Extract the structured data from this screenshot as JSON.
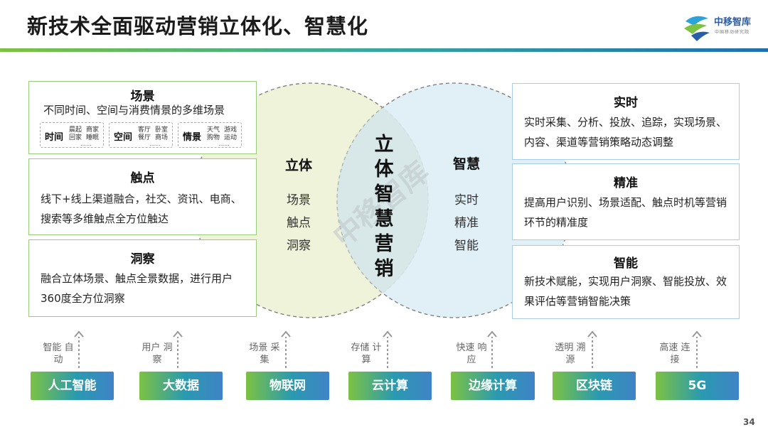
{
  "title": "新技术全面驱动营销立体化、智慧化",
  "logo": {
    "name": "中移智库",
    "sub": "中国移动研究院"
  },
  "left_boxes": [
    {
      "title": "场景",
      "text": "不同时间、空间与消费情景的多维场景"
    },
    {
      "title": "触点",
      "text": "线下+线上渠道融合，社交、资讯、电商、搜索等多维触点全方位触达"
    },
    {
      "title": "洞察",
      "text": "融合立体场景、触点全景数据，进行用户360度全方位洞察"
    }
  ],
  "scene_pills": [
    {
      "key": "时间",
      "items": [
        "晨起 回家",
        "商家 睡眠"
      ],
      "dots": "……"
    },
    {
      "key": "空间",
      "items": [
        "客厅 餐厅",
        "卧室 商场"
      ],
      "dots": "……"
    },
    {
      "key": "情景",
      "items": [
        "天气 购物",
        "游戏 运动"
      ],
      "dots": "……"
    }
  ],
  "circles": {
    "left": {
      "title": "立体",
      "items": [
        "场景",
        "触点",
        "洞察"
      ]
    },
    "center": "立体智慧营销",
    "right": {
      "title": "智慧",
      "items": [
        "实时",
        "精准",
        "智能"
      ]
    },
    "watermark": "中移智库"
  },
  "right_boxes": [
    {
      "title": "实时",
      "text": "实时采集、分析、投放、追踪，实现场景、内容、渠道等营销策略动态调整"
    },
    {
      "title": "精准",
      "text": "提高用户识别、场景适配、触点时机等营销环节的精准度"
    },
    {
      "title": "智能",
      "text": "新技术赋能，实现用户洞察、智能投放、效果评估等营销智能决策"
    }
  ],
  "technologies": [
    {
      "label": "人工智能",
      "caption": "智能 自动"
    },
    {
      "label": "大数据",
      "caption": "用户 洞察"
    },
    {
      "label": "物联网",
      "caption": "场景 采集"
    },
    {
      "label": "云计算",
      "caption": "存储 计算"
    },
    {
      "label": "边缘计算",
      "caption": "快速 响应"
    },
    {
      "label": "区块链",
      "caption": "透明 溯源"
    },
    {
      "label": "5G",
      "caption": "高速 连接"
    }
  ],
  "colors": {
    "green": "#7cc243",
    "blue": "#3f83c7",
    "circle_left": "#eef3d9",
    "circle_right": "#dcecf6"
  },
  "page_number": "34"
}
